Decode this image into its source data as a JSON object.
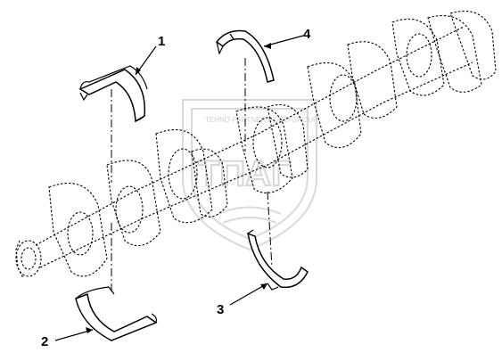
{
  "diagram": {
    "callouts": [
      {
        "id": "1",
        "label": "1"
      },
      {
        "id": "2",
        "label": "2"
      },
      {
        "id": "3",
        "label": "3"
      },
      {
        "id": "4",
        "label": "4"
      }
    ],
    "watermark": {
      "text_top": "TEHNO-PARTNER-AGRO-GROUP",
      "text_main": "ТПАГ"
    }
  }
}
